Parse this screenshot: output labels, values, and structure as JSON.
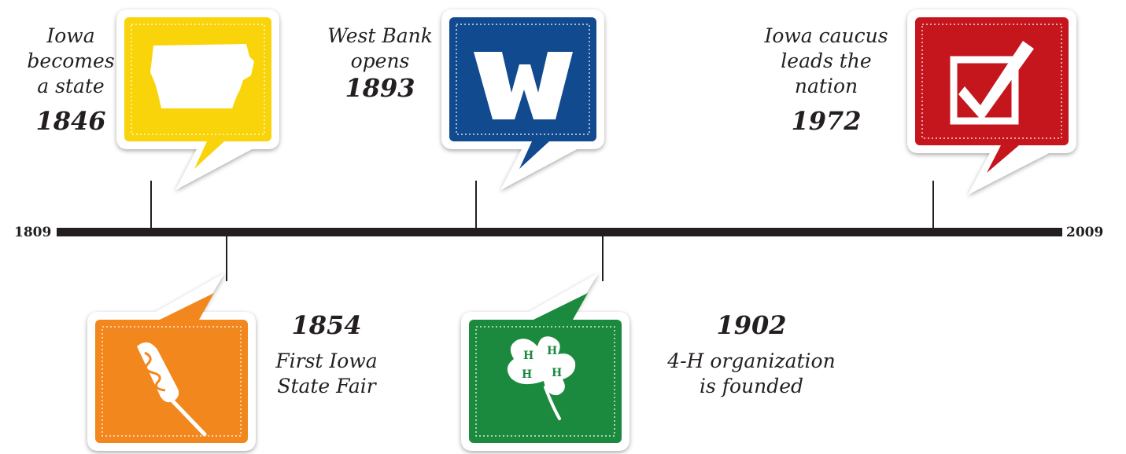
{
  "timeline": {
    "start_label": "1809",
    "end_label": "2009"
  },
  "events": [
    {
      "year": "1846",
      "lines": [
        "Iowa",
        "becomes",
        "a state"
      ],
      "color": "#f9d40b",
      "icon": "iowa-map-icon",
      "position": "above"
    },
    {
      "year": "1854",
      "lines": [
        "First Iowa",
        "State Fair"
      ],
      "color": "#f2871e",
      "icon": "corn-dog-icon",
      "position": "below"
    },
    {
      "year": "1893",
      "lines": [
        "West Bank",
        "opens"
      ],
      "color": "#124a8f",
      "icon": "w-logo-icon",
      "position": "above"
    },
    {
      "year": "1902",
      "lines": [
        "4-H organization",
        "is founded"
      ],
      "color": "#1c8a3e",
      "icon": "four-h-clover-icon",
      "position": "below"
    },
    {
      "year": "1972",
      "lines": [
        "Iowa caucus",
        "leads the",
        "nation"
      ],
      "color": "#c4161c",
      "icon": "checkbox-icon",
      "position": "above"
    }
  ]
}
